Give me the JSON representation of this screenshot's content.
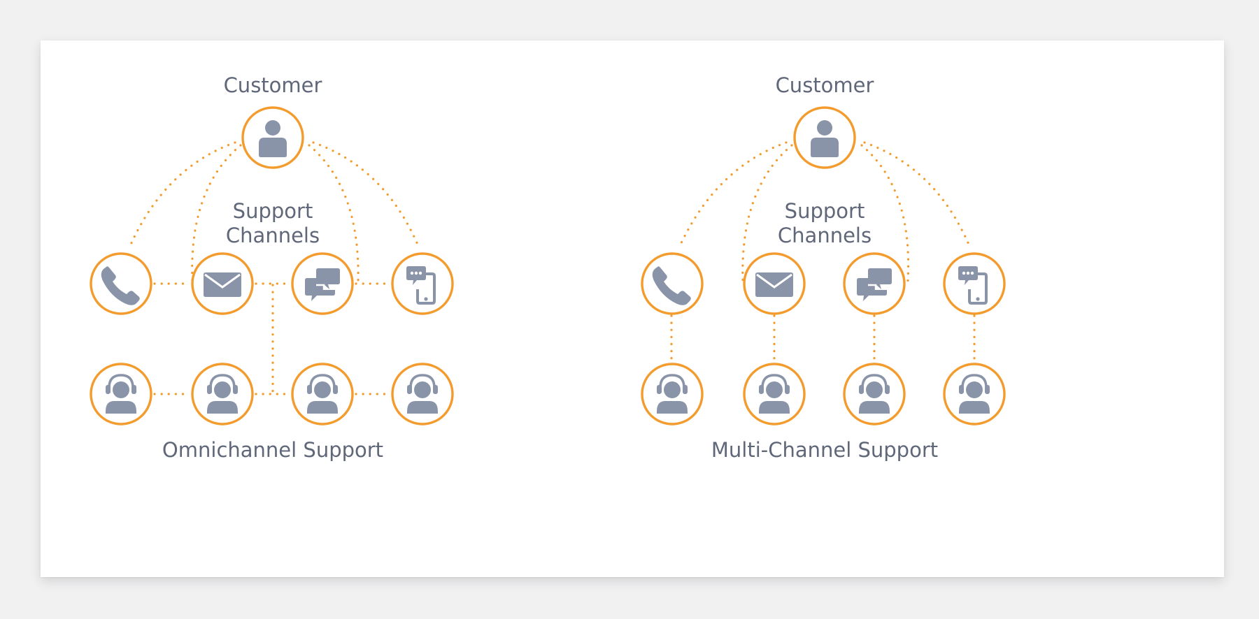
{
  "colors": {
    "accent": "#f39b2c",
    "icon": "#8a94a8",
    "text": "#5f6779",
    "background": "#ffffff"
  },
  "panels": [
    {
      "id": "omni",
      "customer_label": "Customer",
      "channels_label": "Support\nChannels",
      "caption": "Omnichannel Support",
      "channel_icons": [
        "phone-icon",
        "envelope-icon",
        "chat-bubbles-icon",
        "mobile-chat-icon"
      ],
      "agent_icon": "headset-agent-icon",
      "customer_icon": "person-icon"
    },
    {
      "id": "multi",
      "customer_label": "Customer",
      "channels_label": "Support\nChannels",
      "caption": "Multi-Channel Support",
      "channel_icons": [
        "phone-icon",
        "envelope-icon",
        "chat-bubbles-icon",
        "mobile-chat-icon"
      ],
      "agent_icon": "headset-agent-icon",
      "customer_icon": "person-icon"
    }
  ]
}
